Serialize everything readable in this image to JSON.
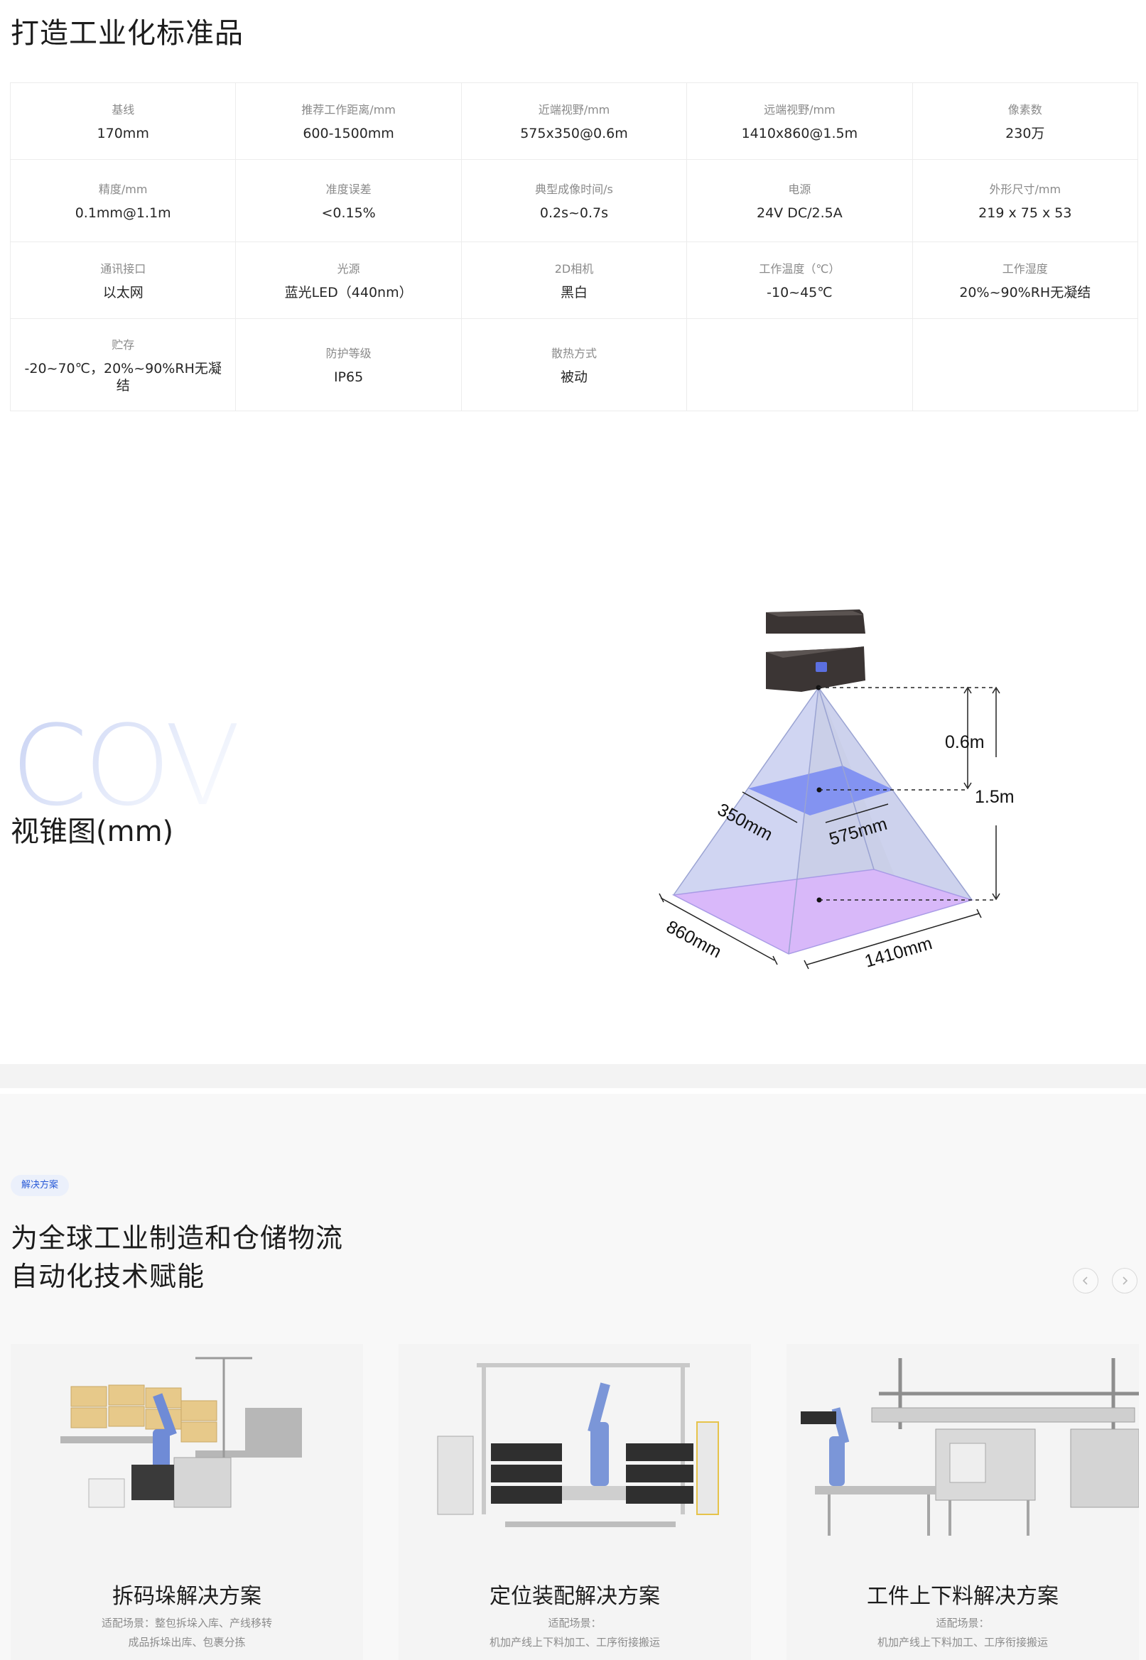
{
  "page_title": "打造工业化标准品",
  "specs": {
    "rows": [
      [
        {
          "label": "基线",
          "value": "170mm"
        },
        {
          "label": "推荐工作距离/mm",
          "value": "600-1500mm"
        },
        {
          "label": "近端视野/mm",
          "value": "575x350@0.6m"
        },
        {
          "label": "远端视野/mm",
          "value": "1410x860@1.5m"
        },
        {
          "label": "像素数",
          "value": "230万"
        }
      ],
      [
        {
          "label": "精度/mm",
          "value": "0.1mm@1.1m"
        },
        {
          "label": "准度误差",
          "value": "<0.15%"
        },
        {
          "label": "典型成像时间/s",
          "value": "0.2s~0.7s"
        },
        {
          "label": "电源",
          "value": "24V DC/2.5A"
        },
        {
          "label": "外形尺寸/mm",
          "value": "219 x 75 x 53"
        }
      ],
      [
        {
          "label": "通讯接口",
          "value": "以太网"
        },
        {
          "label": "光源",
          "value": "蓝光LED（440nm）"
        },
        {
          "label": "2D相机",
          "value": "黑白"
        },
        {
          "label": "工作温度（℃）",
          "value": "-10~45℃"
        },
        {
          "label": "工作湿度",
          "value": "20%~90%RH无凝结"
        }
      ],
      [
        {
          "label": "贮存",
          "value": "-20~70℃，20%~90%RH无凝结"
        },
        {
          "label": "防护等级",
          "value": "IP65"
        },
        {
          "label": "散热方式",
          "value": "被动"
        },
        {
          "label": "",
          "value": ""
        },
        {
          "label": "",
          "value": ""
        }
      ]
    ]
  },
  "cov": {
    "watermark": "COV",
    "title": "视锥图(mm)"
  },
  "diagram": {
    "near_distance": "0.6m",
    "far_distance": "1.5m",
    "near_depth": "350mm",
    "near_width": "575mm",
    "far_depth": "860mm",
    "far_width": "1410mm",
    "colors": {
      "near_plane": "#7b8cf2",
      "far_plane": "#d9b5fb",
      "cone": "#aeb8e6"
    }
  },
  "solutions": {
    "tag": "解决方案",
    "title_line1": "为全球工业制造和仓储物流",
    "title_line2": "自动化技术赋能",
    "prev_icon": "chevron-left-icon",
    "next_icon": "chevron-right-icon",
    "cards": [
      {
        "title": "拆码垛解决方案",
        "desc_line1": "适配场景：整包拆垛入库、产线移转",
        "desc_line2": "成品拆垛出库、包裹分拣"
      },
      {
        "title": "定位装配解决方案",
        "desc_line1": "适配场景：",
        "desc_line2": "机加产线上下料加工、工序衔接搬运"
      },
      {
        "title": "工件上下料解决方案",
        "desc_line1": "适配场景：",
        "desc_line2": "机加产线上下料加工、工序衔接搬运"
      }
    ]
  }
}
